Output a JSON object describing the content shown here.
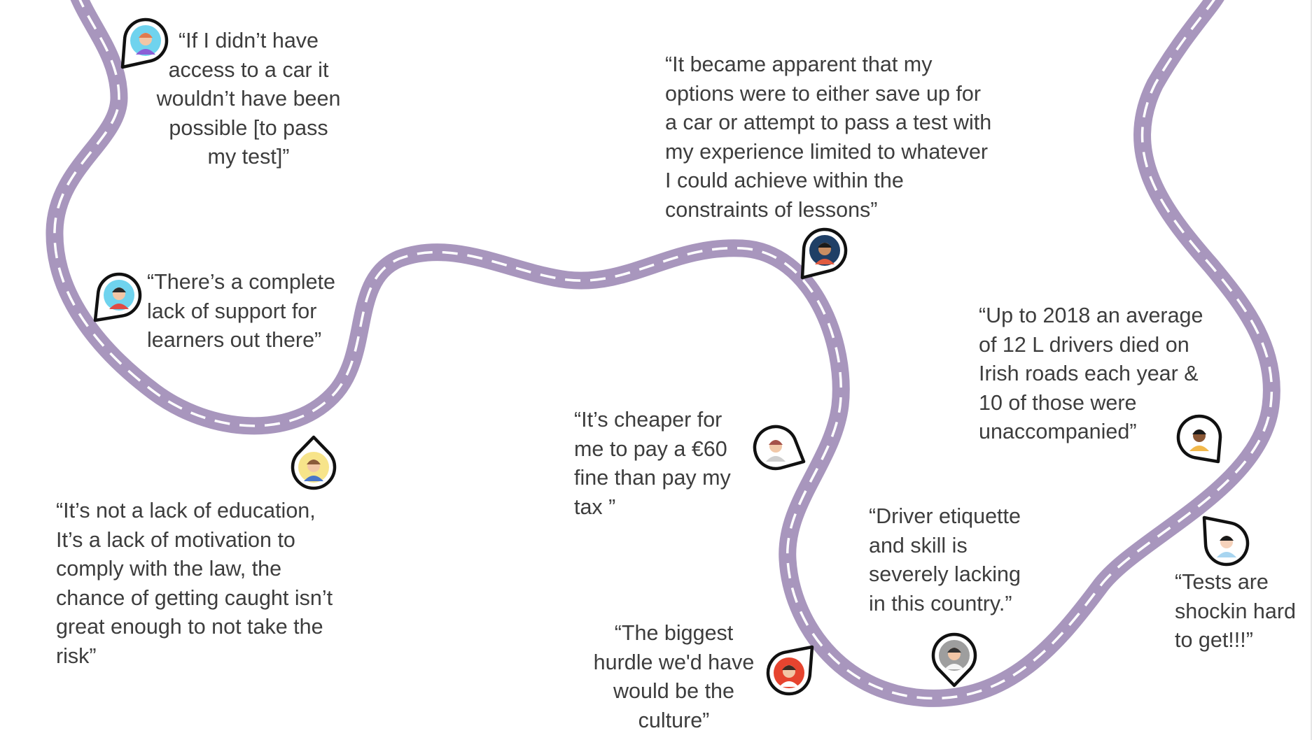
{
  "road": {
    "color": "#a896bd",
    "dash_color": "#ffffff"
  },
  "pin": {
    "outline_color": "#111111"
  },
  "quotes": [
    {
      "id": "car-access",
      "lines": [
        "“If I didn’t have",
        "access to a car it",
        "wouldn’t have been",
        "possible [to pass",
        "my test]”"
      ]
    },
    {
      "id": "lack-of-support",
      "lines": [
        "“There’s a complete",
        "lack of support for",
        "learners out there”"
      ]
    },
    {
      "id": "lack-of-motivation",
      "lines": [
        "“It’s not a lack of education,",
        "It’s a lack of motivation to",
        "comply with the law, the",
        "chance of getting caught isn’t",
        "great enough to not take the",
        "risk”"
      ]
    },
    {
      "id": "save-for-car",
      "lines": [
        "“It became apparent that my",
        "options were to either save up for",
        "a car or attempt to pass a test with",
        "my experience limited to whatever",
        "I could achieve within the",
        "constraints of lessons”"
      ]
    },
    {
      "id": "cheaper-fine",
      "lines": [
        "“It’s cheaper for",
        "me to pay a €60",
        "fine than pay my",
        "tax ”"
      ]
    },
    {
      "id": "biggest-hurdle",
      "lines": [
        "“The biggest",
        "hurdle we'd have",
        "would be the",
        "culture”"
      ]
    },
    {
      "id": "driver-etiquette",
      "lines": [
        "“Driver etiquette",
        "and skill is",
        "severely lacking",
        "in this country.”"
      ]
    },
    {
      "id": "l-drivers-stat",
      "lines": [
        "“Up to 2018 an average",
        "of 12 L drivers died on",
        "Irish roads each year &",
        "10 of those were",
        "unaccompanied”"
      ]
    },
    {
      "id": "tests-hard",
      "lines": [
        "“Tests are",
        "shockin hard",
        "to get!!!”"
      ]
    }
  ],
  "avatars": [
    {
      "name": "redhead-man",
      "bg": "#6fd3ee",
      "skin": "#f2c6a6",
      "hair": "#e07a4e",
      "shirt": "#8a5fd6"
    },
    {
      "name": "bearded-man",
      "bg": "#6fd3ee",
      "skin": "#f2c6a6",
      "hair": "#2b2b2b",
      "shirt": "#e04b45"
    },
    {
      "name": "young-man",
      "bg": "#f7e48a",
      "skin": "#f2c6a6",
      "hair": "#8a5a3a",
      "shirt": "#4a76c9"
    },
    {
      "name": "curly-man",
      "bg": "#1f3f66",
      "skin": "#c98d62",
      "hair": "#1a1a1a",
      "shirt": "#e05a40"
    },
    {
      "name": "woman-hair-bun",
      "bg": "#ffffff",
      "skin": "#f1c8a8",
      "hair": "#a5524a",
      "shirt": "#cfcfcf"
    },
    {
      "name": "man-red-bg",
      "bg": "#e6442f",
      "skin": "#f2c6a6",
      "hair": "#3a2a22",
      "shirt": "#ffffff"
    },
    {
      "name": "bearded-gray",
      "bg": "#9e9e9e",
      "skin": "#f2c6a6",
      "hair": "#333333",
      "shirt": "#f5f5f5"
    },
    {
      "name": "curly-woman",
      "bg": "#ffffff",
      "skin": "#8a5634",
      "hair": "#1a1a1a",
      "shirt": "#f2b84b"
    },
    {
      "name": "dark-hair-woman",
      "bg": "#ffffff",
      "skin": "#f5d2bb",
      "hair": "#1a1a1a",
      "shirt": "#a8d5f0"
    }
  ]
}
